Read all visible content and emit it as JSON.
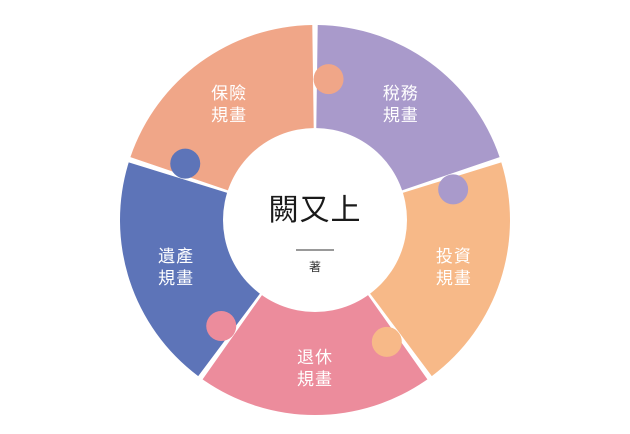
{
  "center": {
    "author": "闕又上",
    "suffix": "著"
  },
  "segments": [
    {
      "id": "insurance",
      "line1": "保險",
      "line2": "規畫",
      "color": "#F0A688"
    },
    {
      "id": "tax",
      "line1": "稅務",
      "line2": "規畫",
      "color": "#A99ACB"
    },
    {
      "id": "investment",
      "line1": "投資",
      "line2": "規畫",
      "color": "#F7B988"
    },
    {
      "id": "retirement",
      "line1": "退休",
      "line2": "規畫",
      "color": "#EC8C9C"
    },
    {
      "id": "estate",
      "line1": "遺產",
      "line2": "規畫",
      "color": "#5D74B8"
    }
  ]
}
